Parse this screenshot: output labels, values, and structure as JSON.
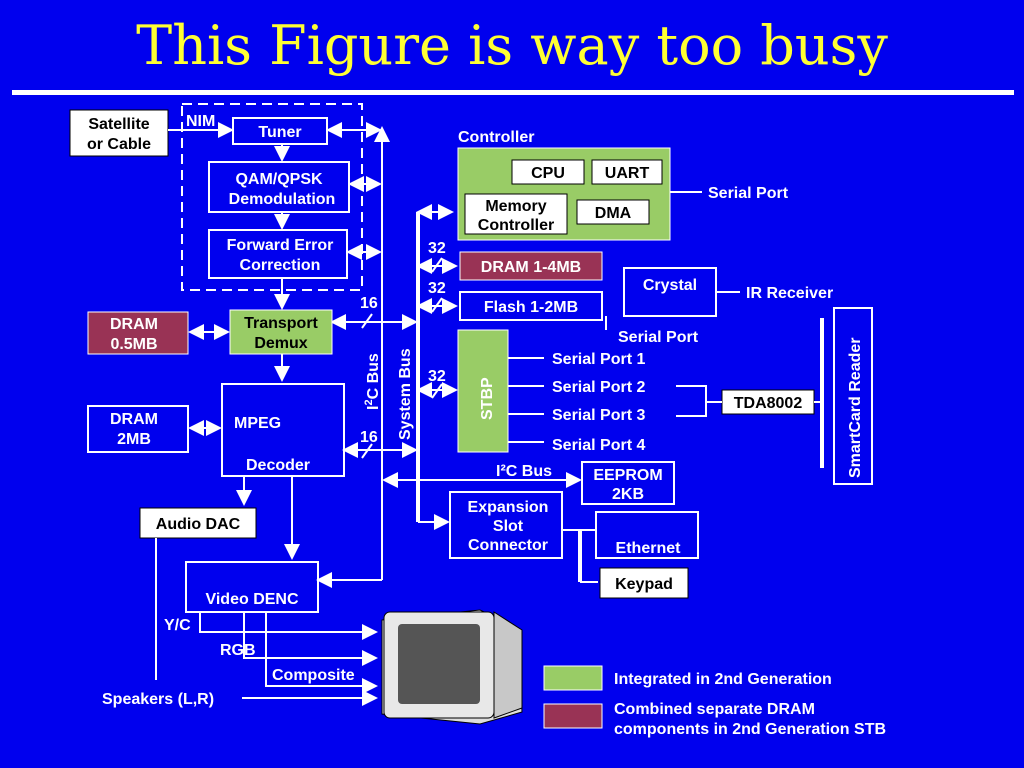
{
  "title": "This Figure is way too busy",
  "colors": {
    "background": "#0000ee",
    "title": "#ffff33",
    "integrated": "#99cc66",
    "combined": "#993355",
    "line": "#ffffff"
  },
  "blocks": {
    "satellite": [
      "Satellite",
      "or Cable"
    ],
    "nim": "NIM",
    "tuner": "Tuner",
    "qam": [
      "QAM/QPSK",
      "Demodulation"
    ],
    "fec": [
      "Forward Error",
      "Correction"
    ],
    "controller": "Controller",
    "cpu": "CPU",
    "uart": "UART",
    "memctrl": [
      "Memory",
      "Controller"
    ],
    "dma": "DMA",
    "serial_port_top": "Serial Port",
    "dram_main": "DRAM 1-4MB",
    "flash": "Flash 1-2MB",
    "crystal": "Crystal",
    "ir_receiver": "IR Receiver",
    "serial_port_mid": "Serial Port",
    "dram_transport": [
      "DRAM",
      "0.5MB"
    ],
    "transport": [
      "Transport",
      "Demux"
    ],
    "stbp": "STBP",
    "serial_ports": [
      "Serial Port 1",
      "Serial Port 2",
      "Serial Port 3",
      "Serial Port 4"
    ],
    "tda": "TDA8002",
    "smartcard": "SmartCard Reader",
    "dram_mpeg": [
      "DRAM",
      "2MB"
    ],
    "mpeg": "MPEG",
    "decoder": "Decoder",
    "i2c_bus": "C Bus",
    "i2c_bus_small": "I²C Bus",
    "system_bus": "System Bus",
    "eeprom": [
      "EEPROM",
      "2KB"
    ],
    "expansion": [
      "Expansion",
      "Slot",
      "Connector"
    ],
    "ethernet": "Ethernet",
    "keypad": "Keypad",
    "audio_dac": "Audio DAC",
    "video_denc": "Video DENC",
    "yc": "Y/C",
    "rgb": "RGB",
    "composite": "Composite",
    "speakers": "Speakers (L,R)"
  },
  "bus_widths": [
    "32",
    "32",
    "32",
    "16",
    "16"
  ],
  "legend": [
    {
      "label": "Integrated in 2nd Generation",
      "color": "#99cc66"
    },
    {
      "label": "Combined separate DRAM",
      "label2": "components in 2nd Generation STB",
      "color": "#993355"
    }
  ]
}
